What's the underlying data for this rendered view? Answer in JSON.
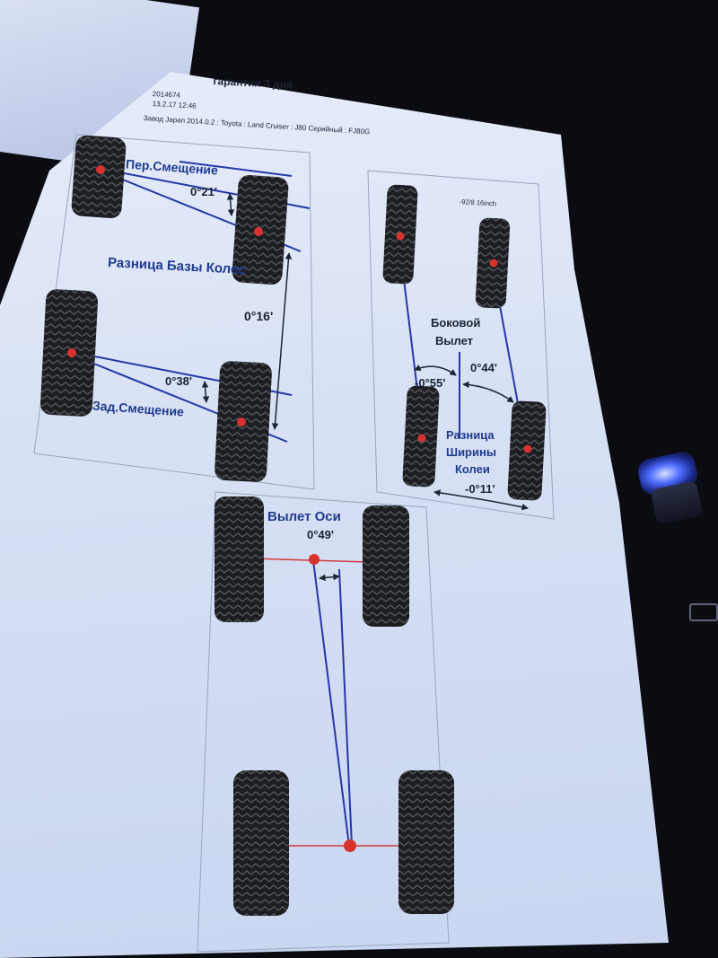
{
  "header": {
    "title": "гарантия 3 дня",
    "id": "2014674",
    "date": "13.2.17 12:46",
    "vehicle": "Завод Japan 2014.0.2 : Toyota : Land Cruiser : J80 Серийный : FJ80G",
    "wheel": "-92/8 16inch"
  },
  "panel_left_top": {
    "front_offset_label": "Пер.Смещение",
    "front_offset_value": "0°21'",
    "wheelbase_label": "Разница Базы Колес",
    "wheelbase_value": "0°16'",
    "rear_offset_label": "Зад.Смещение",
    "rear_offset_value": "0°38'"
  },
  "panel_right_top": {
    "lateral_label_1": "Боковой",
    "lateral_label_2": "Вылет",
    "lateral_left_value": "-0°55'",
    "lateral_right_value": "0°44'",
    "track_label_1": "Разница",
    "track_label_2": "Ширины",
    "track_label_3": "Колеи",
    "track_value": "-0°11'"
  },
  "panel_bottom": {
    "axle_label": "Вылет Оси",
    "axle_value": "0°49'"
  },
  "colors": {
    "guide_line": "#2338a8",
    "axle_line": "#d23a3a",
    "pivot": "#d8322e",
    "tire": "#1c1e22"
  }
}
